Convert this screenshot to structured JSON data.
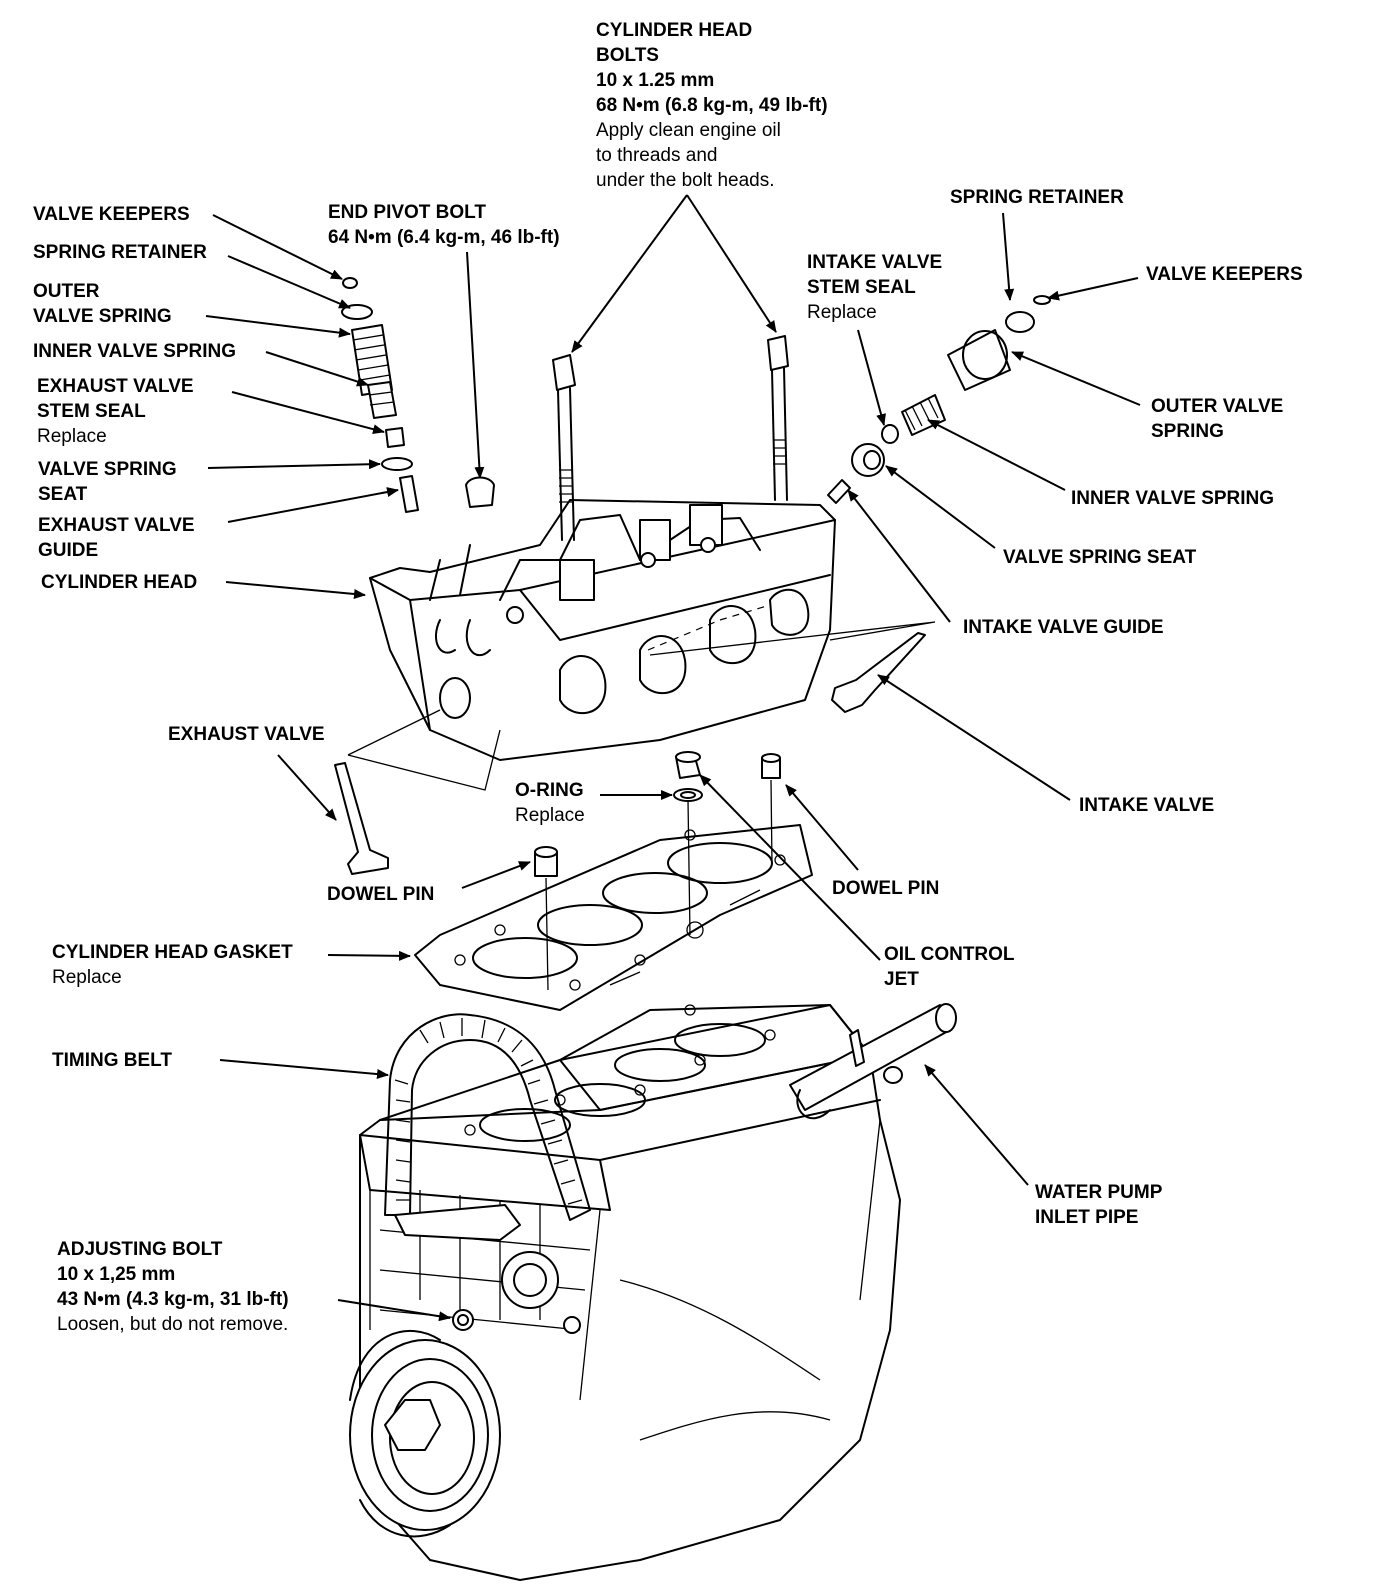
{
  "labels": {
    "cylinder_head_bolts": {
      "lines": [
        "CYLINDER HEAD",
        "BOLTS",
        "10 x 1.25 mm",
        "68 N•m (6.8 kg-m, 49 lb-ft)"
      ],
      "notes": [
        "Apply clean engine oil",
        "to threads and",
        "under the bolt heads."
      ]
    },
    "end_pivot_bolt": {
      "lines": [
        "END PIVOT BOLT",
        "64 N•m (6.4 kg-m, 46 lb-ft)"
      ]
    },
    "valve_keepers_left": {
      "lines": [
        "VALVE KEEPERS"
      ]
    },
    "spring_retainer_left": {
      "lines": [
        "SPRING RETAINER"
      ]
    },
    "outer_valve_spring_left": {
      "lines": [
        "OUTER",
        "VALVE SPRING"
      ]
    },
    "inner_valve_spring_left": {
      "lines": [
        "INNER VALVE SPRING"
      ]
    },
    "exhaust_valve_stem_seal": {
      "lines": [
        "EXHAUST VALVE",
        "STEM SEAL"
      ],
      "note": "Replace"
    },
    "valve_spring_seat_left": {
      "lines": [
        "VALVE SPRING",
        "SEAT"
      ]
    },
    "exhaust_valve_guide": {
      "lines": [
        "EXHAUST VALVE",
        "GUIDE"
      ]
    },
    "cylinder_head": {
      "lines": [
        "CYLINDER HEAD"
      ]
    },
    "spring_retainer_right": {
      "lines": [
        "SPRING RETAINER"
      ]
    },
    "valve_keepers_right": {
      "lines": [
        "VALVE KEEPERS"
      ]
    },
    "intake_valve_stem_seal": {
      "lines": [
        "INTAKE VALVE",
        "STEM SEAL"
      ],
      "note": "Replace"
    },
    "outer_valve_spring_right": {
      "lines": [
        "OUTER VALVE",
        "SPRING"
      ]
    },
    "inner_valve_spring_right": {
      "lines": [
        "INNER VALVE SPRING"
      ]
    },
    "valve_spring_seat_right": {
      "lines": [
        "VALVE SPRING SEAT"
      ]
    },
    "intake_valve_guide": {
      "lines": [
        "INTAKE VALVE GUIDE"
      ]
    },
    "intake_valve": {
      "lines": [
        "INTAKE VALVE"
      ]
    },
    "exhaust_valve": {
      "lines": [
        "EXHAUST VALVE"
      ]
    },
    "o_ring": {
      "lines": [
        "O-RING"
      ],
      "note": "Replace"
    },
    "dowel_pin_left": {
      "lines": [
        "DOWEL PIN"
      ]
    },
    "dowel_pin_right": {
      "lines": [
        "DOWEL PIN"
      ]
    },
    "cylinder_head_gasket": {
      "lines": [
        "CYLINDER HEAD GASKET"
      ],
      "note": "Replace"
    },
    "oil_control_jet": {
      "lines": [
        "OIL CONTROL",
        "JET"
      ]
    },
    "timing_belt": {
      "lines": [
        "TIMING BELT"
      ]
    },
    "water_pump_inlet_pipe": {
      "lines": [
        "WATER PUMP",
        "INLET PIPE"
      ]
    },
    "adjusting_bolt": {
      "lines": [
        "ADJUSTING BOLT",
        "10 x 1,25 mm",
        "43 N•m (4.3 kg-m, 31 lb-ft)"
      ],
      "note": "Loosen, but do not remove."
    }
  }
}
